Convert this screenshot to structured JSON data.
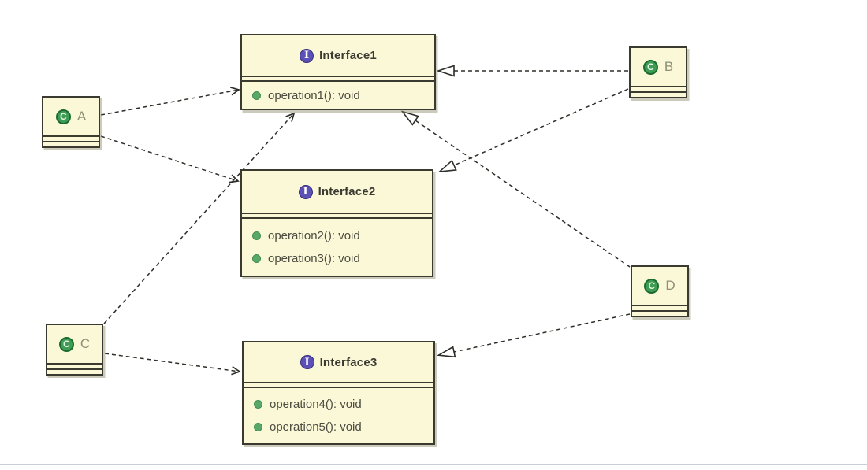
{
  "diagram": {
    "type": "uml-class-diagram",
    "interface_badge": "I",
    "class_badge": "C",
    "interfaces": [
      {
        "id": "interface1",
        "name": "Interface1",
        "operations": [
          "operation1(): void"
        ]
      },
      {
        "id": "interface2",
        "name": "Interface2",
        "operations": [
          "operation2(): void",
          "operation3(): void"
        ]
      },
      {
        "id": "interface3",
        "name": "Interface3",
        "operations": [
          "operation4(): void",
          "operation5(): void"
        ]
      }
    ],
    "classes": [
      {
        "id": "class-a",
        "name": "A"
      },
      {
        "id": "class-b",
        "name": "B"
      },
      {
        "id": "class-c",
        "name": "C"
      },
      {
        "id": "class-d",
        "name": "D"
      }
    ],
    "relations": [
      {
        "from": "A",
        "to": "Interface1",
        "type": "dashed-open-arrow"
      },
      {
        "from": "A",
        "to": "Interface2",
        "type": "dashed-open-arrow"
      },
      {
        "from": "C",
        "to": "Interface1",
        "type": "dashed-open-arrow"
      },
      {
        "from": "C",
        "to": "Interface3",
        "type": "dashed-open-arrow"
      },
      {
        "from": "B",
        "to": "Interface1",
        "type": "dashed-hollow-triangle"
      },
      {
        "from": "B",
        "to": "Interface2",
        "type": "dashed-hollow-triangle"
      },
      {
        "from": "D",
        "to": "Interface1",
        "type": "dashed-hollow-triangle"
      },
      {
        "from": "D",
        "to": "Interface3",
        "type": "dashed-hollow-triangle"
      }
    ],
    "colors": {
      "box_fill": "#fbf8d8",
      "box_border": "#3a3a30",
      "interface_icon": "#5b50b5",
      "class_icon": "#3f9d53",
      "operation_bullet": "#59a869",
      "line": "#2e2e28",
      "page_divider": "#c9cfd9"
    }
  }
}
